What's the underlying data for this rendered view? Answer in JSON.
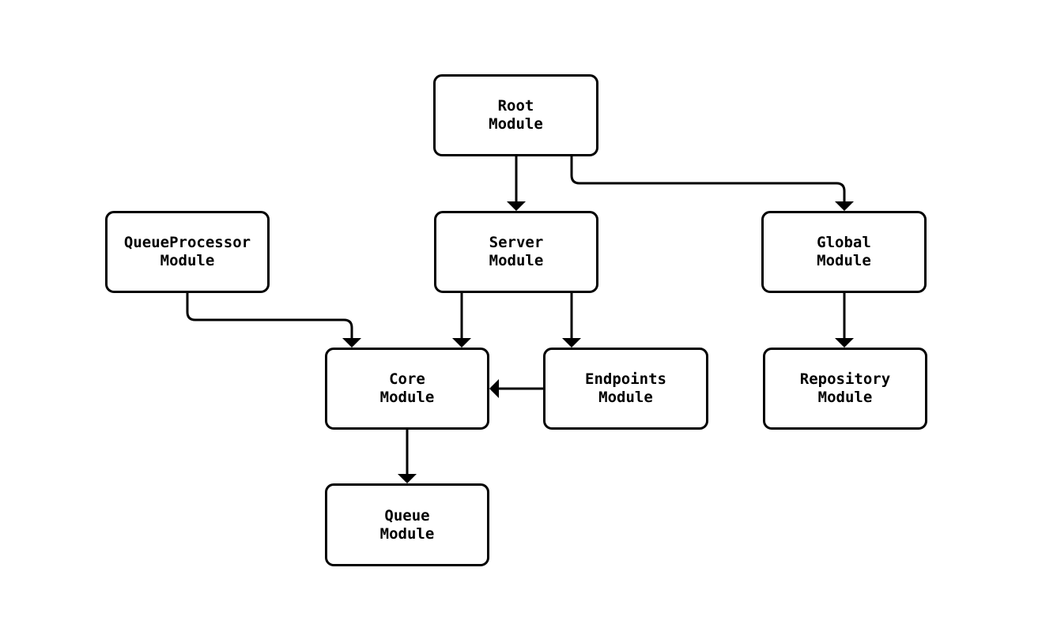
{
  "diagram": {
    "kind": "flowchart",
    "nodes": {
      "root": {
        "label": "Root\nModule"
      },
      "queue_processor": {
        "label": "QueueProcessor\nModule"
      },
      "server": {
        "label": "Server\nModule"
      },
      "global": {
        "label": "Global\nModule"
      },
      "core": {
        "label": "Core\nModule"
      },
      "endpoints": {
        "label": "Endpoints\nModule"
      },
      "repository": {
        "label": "Repository\nModule"
      },
      "queue": {
        "label": "Queue\nModule"
      }
    },
    "edges": [
      {
        "from": "root",
        "to": "server"
      },
      {
        "from": "root",
        "to": "global"
      },
      {
        "from": "queue_processor",
        "to": "core"
      },
      {
        "from": "server",
        "to": "core"
      },
      {
        "from": "server",
        "to": "endpoints"
      },
      {
        "from": "endpoints",
        "to": "core"
      },
      {
        "from": "core",
        "to": "queue"
      },
      {
        "from": "global",
        "to": "repository"
      }
    ],
    "colors": {
      "background": "#ffffff",
      "node_fill": "#ffffff",
      "node_border": "#000000",
      "edge_stroke": "#000000",
      "text": "#000000"
    }
  }
}
